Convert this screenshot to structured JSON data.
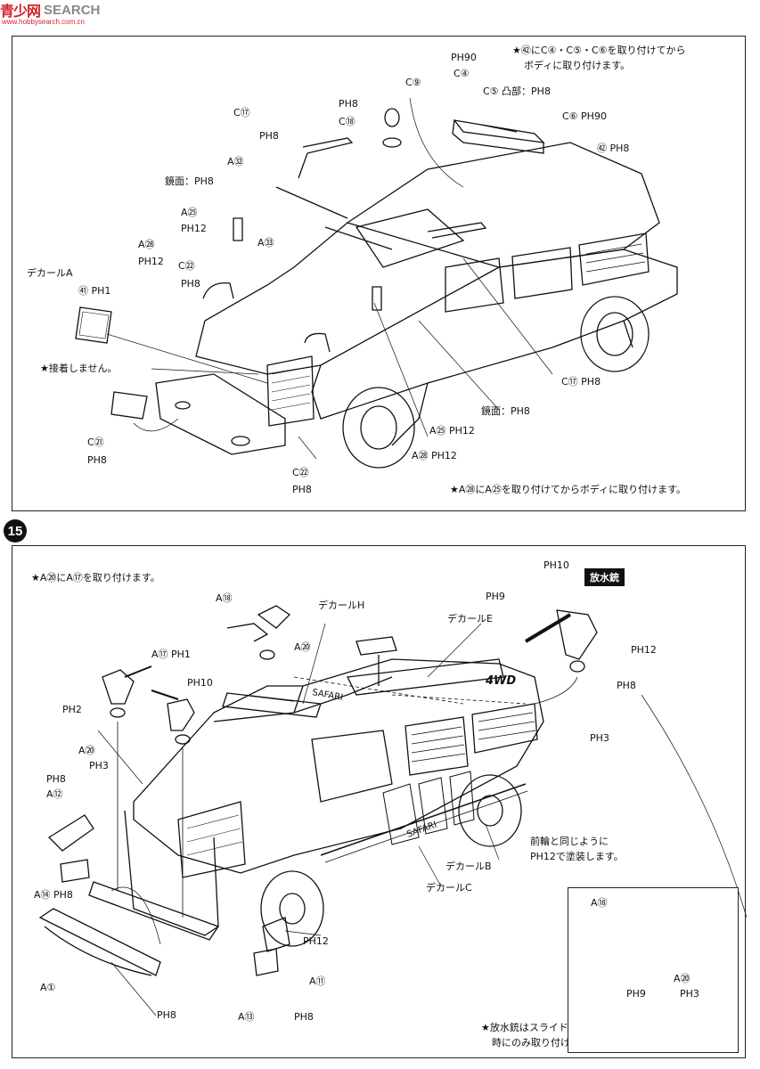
{
  "watermark": {
    "logo": "青少网",
    "text": "SEARCH",
    "url": "www.hobbysearch.com.cn"
  },
  "step_number": "15",
  "panel1": {
    "notes": [
      "★㊷にC④・C⑤・C⑥を取り付けてから",
      "ボディに取り付けます。",
      "★接着しません。",
      "★A㉘にA㉕を取り付けてからボディに取り付けます。"
    ],
    "labels": [
      "PH90",
      "C④",
      "C⑨",
      "C⑤ 凸部：PH8",
      "C⑥ PH90",
      "PH8",
      "C⑰",
      "C⑱",
      "PH8",
      "㊷ PH8",
      "A㉜",
      "鏡面：PH8",
      "A㉕",
      "PH12",
      "A㉘",
      "A㉝",
      "PH12",
      "C㉒",
      "PH8",
      "デカールA",
      "㊶ PH1",
      "C⑰ PH8",
      "鏡面：PH8",
      "A㉕ PH12",
      "A㉘ PH12",
      "C㉑",
      "PH8",
      "C㉒",
      "PH8"
    ]
  },
  "panel2": {
    "notes": [
      "★A⑳にA⑰を取り付けます。",
      "★放水銃はスライド式ルーフを前方に引き出した",
      "時にのみ取り付けることができます。"
    ],
    "tag": "放水銃",
    "labels": [
      "PH10",
      "A⑱",
      "デカールH",
      "PH9",
      "デカールE",
      "A⑳",
      "A⑰ PH1",
      "PH10",
      "PH12",
      "PH2",
      "PH8",
      "PH3",
      "A⑳",
      "PH3",
      "PH8",
      "A⑫",
      "4WD",
      "前輪と同じように",
      "PH12で塗装します。",
      "デカールB",
      "デカールC",
      "A⑭ PH8",
      "PH12",
      "A①",
      "A⑪",
      "PH8",
      "A⑬",
      "PH8"
    ],
    "inset_labels": [
      "A⑱",
      "A⑳",
      "PH9",
      "PH3"
    ]
  }
}
